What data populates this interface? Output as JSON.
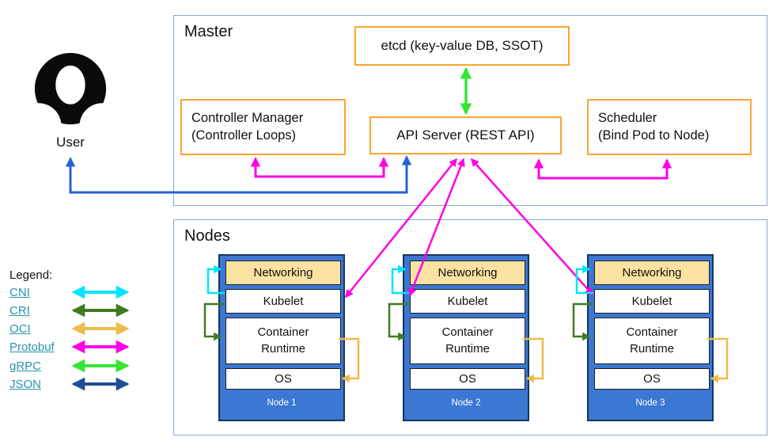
{
  "user": {
    "label": "User"
  },
  "master": {
    "title": "Master",
    "etcd_label": "etcd (key-value DB, SSOT)",
    "api_server_label": "API Server (REST API)",
    "controller_manager_line1": "Controller Manager",
    "controller_manager_line2": "(Controller Loops)",
    "scheduler_line1": "Scheduler",
    "scheduler_line2": "(Bind Pod to Node)"
  },
  "nodes_section": {
    "title": "Nodes",
    "layers": {
      "networking": "Networking",
      "kubelet": "Kubelet",
      "container_runtime": "Container Runtime",
      "os": "OS"
    },
    "nodes": [
      {
        "label": "Node 1"
      },
      {
        "label": "Node 2"
      },
      {
        "label": "Node 3"
      }
    ]
  },
  "legend": {
    "title": "Legend:",
    "items": [
      {
        "label": "CNI",
        "color": "#00E4FF"
      },
      {
        "label": "CRI",
        "color": "#3E7C1F"
      },
      {
        "label": "OCI",
        "color": "#EDBC4A"
      },
      {
        "label": "Protobuf",
        "color": "#FF00E6"
      },
      {
        "label": "gRPC",
        "color": "#33E633"
      },
      {
        "label": "JSON",
        "color": "#1F4E94"
      }
    ]
  },
  "colors": {
    "user_arrow": "#2563D4",
    "master_box_border": "#F9A630",
    "section_border": "#85ABDB",
    "node_fill": "#3B77D3",
    "node_border": "#17365D",
    "networking_fill": "#FCE2A2",
    "legend_link": "#2793AE"
  }
}
